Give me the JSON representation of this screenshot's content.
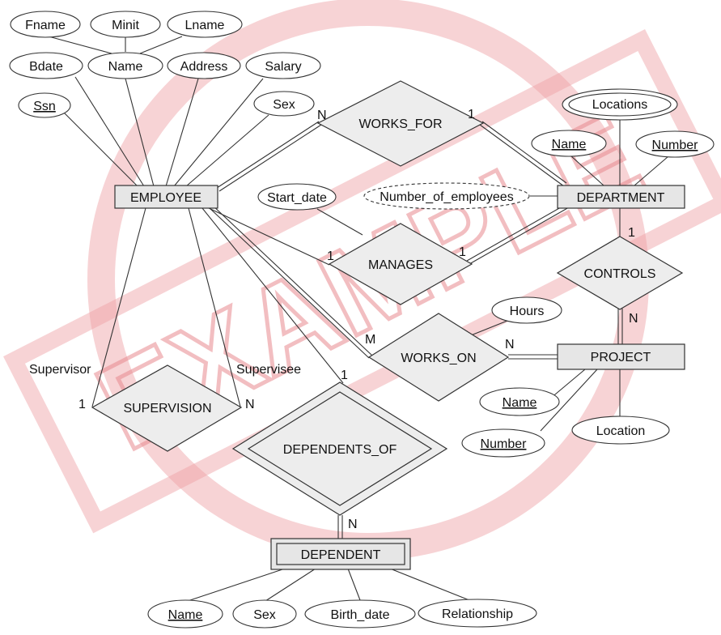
{
  "watermark": {
    "text": "EXAMPLE",
    "color": "#e88a8f"
  },
  "entities": {
    "employee": "EMPLOYEE",
    "department": "DEPARTMENT",
    "project": "PROJECT",
    "dependent": "DEPENDENT"
  },
  "relationships": {
    "works_for": "WORKS_FOR",
    "manages": "MANAGES",
    "works_on": "WORKS_ON",
    "controls": "CONTROLS",
    "supervision": "SUPERVISION",
    "dependents_of": "DEPENDENTS_OF"
  },
  "attributes": {
    "employee": {
      "fname": "Fname",
      "minit": "Minit",
      "lname": "Lname",
      "name": "Name",
      "bdate": "Bdate",
      "address": "Address",
      "salary": "Salary",
      "ssn": "Ssn",
      "sex": "Sex"
    },
    "department": {
      "locations": "Locations",
      "name": "Name",
      "number": "Number",
      "number_of_employees": "Number_of_employees"
    },
    "manages": {
      "start_date": "Start_date"
    },
    "works_on": {
      "hours": "Hours"
    },
    "project": {
      "name": "Name",
      "number": "Number",
      "location": "Location"
    },
    "dependent": {
      "name": "Name",
      "sex": "Sex",
      "birth_date": "Birth_date",
      "relationship": "Relationship"
    }
  },
  "roles": {
    "supervisor": "Supervisor",
    "supervisee": "Supervisee"
  },
  "cardinalities": {
    "works_for_employee": "N",
    "works_for_department": "1",
    "manages_employee": "1",
    "manages_department": "1",
    "controls_department": "1",
    "controls_project": "N",
    "works_on_employee": "M",
    "works_on_project": "N",
    "supervision_supervisor": "1",
    "supervision_supervisee": "N",
    "dependents_of_employee": "1",
    "dependents_of_dependent": "N"
  }
}
